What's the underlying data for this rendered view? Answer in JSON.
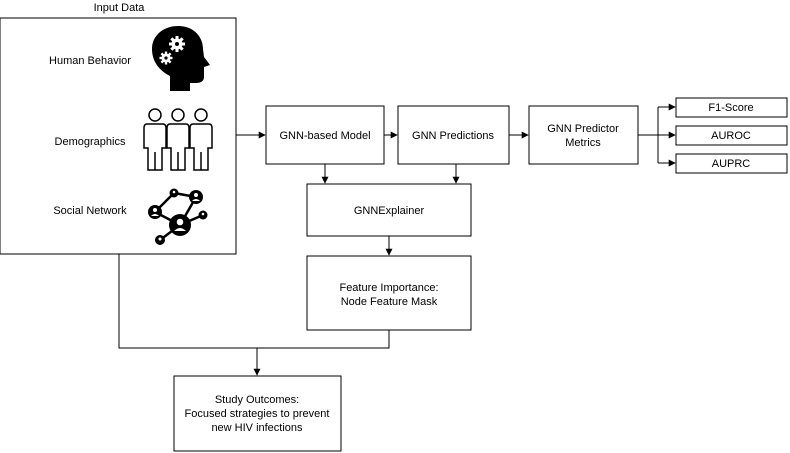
{
  "colors": {
    "stroke": "#000000",
    "background": "#ffffff"
  },
  "input_data": {
    "title": "Input Data",
    "items": [
      {
        "label": "Human Behavior",
        "icon": "head-gears-icon"
      },
      {
        "label": "Demographics",
        "icon": "people-group-icon"
      },
      {
        "label": "Social Network",
        "icon": "social-network-icon"
      }
    ]
  },
  "pipeline": {
    "gnn_model": "GNN-based Model",
    "gnn_predictions": "GNN Predictions",
    "predictor_metrics": [
      "GNN Predictor",
      "Metrics"
    ],
    "metrics": [
      "F1-Score",
      "AUROC",
      "AUPRC"
    ]
  },
  "explainer": {
    "label": "GNNExplainer",
    "feature_importance": [
      "Feature Importance:",
      "Node Feature Mask"
    ]
  },
  "outcomes": {
    "lines": [
      "Study Outcomes:",
      "Focused strategies to prevent",
      "new HIV infections"
    ]
  }
}
